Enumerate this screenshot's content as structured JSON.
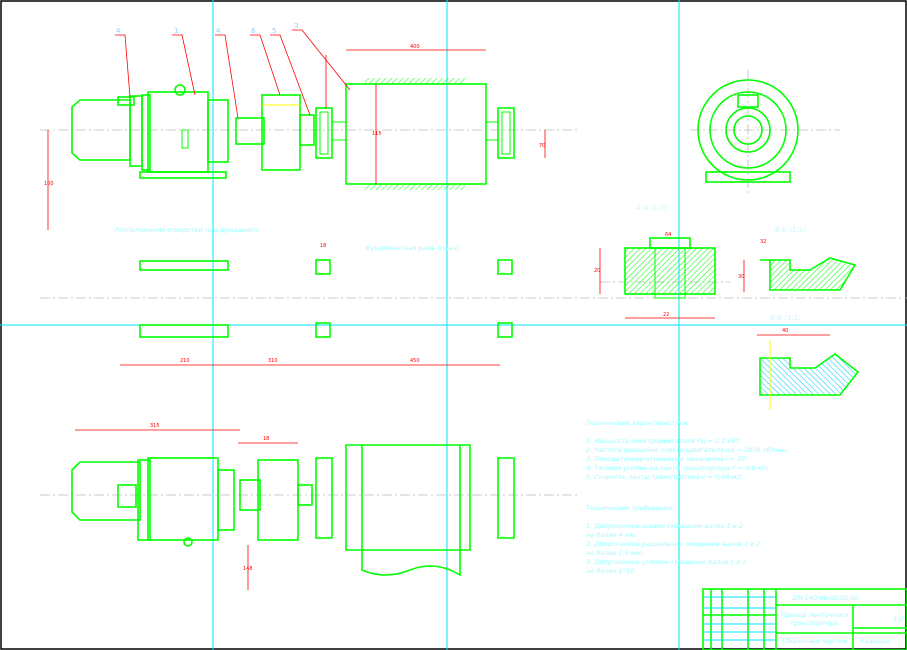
{
  "drawing": {
    "part_numbers": [
      "4",
      "1",
      "4",
      "6",
      "5",
      "3"
    ],
    "dimensions": [
      "400",
      "115",
      "70",
      "100",
      "22",
      "20",
      "64",
      "30",
      "32",
      "40",
      "18",
      "210",
      "310",
      "450",
      "315",
      "148"
    ],
    "view_labels": {
      "section_a": "А-А (1:1)",
      "section_b": "Б-Б (1:1)",
      "section_v": "В-В (1:1)",
      "view_frame_1": "Расположение отверстий под фундамент",
      "view_frame_2": "Фундаментная рама (план)"
    },
    "tech_characteristics": {
      "title": "Технические характеристики:",
      "items": [
        "1. Мощность электродвигателя Рд = 2,2 кВт;",
        "2. Частота вращения электродвигателя nд = 2850 об/мин;",
        "3. Передаточное отношение механизма i = 37;",
        "4. Тяговое усилие на ленте транспортера F = 4,8 кН;",
        "5. Скорость ленты транспортера v = 0,56 м/с."
      ]
    },
    "tech_requirements": {
      "title": "Технические требования:",
      "items": [
        "1. Допускаемое осевое смещение валов 1 и 2",
        "не более 4 мм;",
        "2. Допускаемое радиальное смещение валов 1 и 2",
        "не более 1,5 мм;",
        "3. Допускаемое угловое смещение валов 1 и 2",
        "не более 1°30'"
      ]
    },
    "title_block": {
      "designation": "ДМ 140-06.00.00.00",
      "name_line1": "Привод ленточного",
      "name_line2": "транспортера",
      "doc_type": "Сборочный чертеж",
      "scale": "1:2",
      "org": "Кафедра"
    }
  }
}
